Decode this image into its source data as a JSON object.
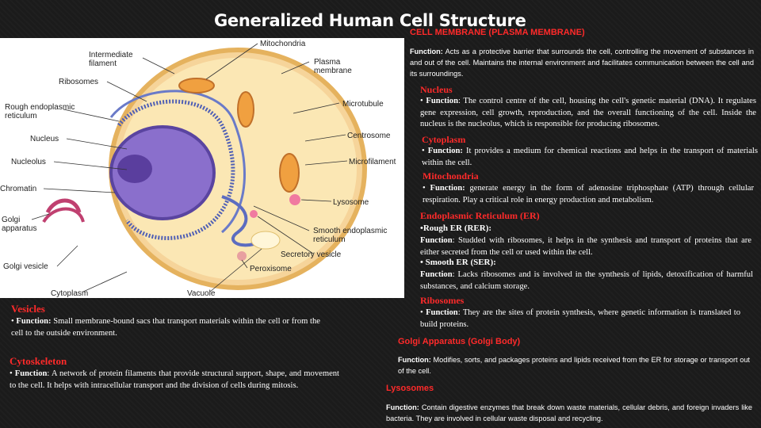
{
  "title": "Generalized Human Cell Structure",
  "diagram_labels": {
    "mitochondria": "Mitochondria",
    "intermediate_filament_1": "Intermediate",
    "intermediate_filament_2": "filament",
    "plasma_membrane_1": "Plasma",
    "plasma_membrane_2": "membrane",
    "ribosomes": "Ribosomes",
    "rough_er_1": "Rough endoplasmic",
    "rough_er_2": "reticulum",
    "microtubule": "Microtubule",
    "nucleus": "Nucleus",
    "centrosome": "Centrosome",
    "nucleolus": "Nucleolus",
    "microfilament": "Microfilament",
    "chromatin": "Chromatin",
    "lysosome": "Lysosome",
    "golgi_1": "Golgi",
    "golgi_2": "apparatus",
    "smooth_er_1": "Smooth endoplasmic",
    "smooth_er_2": "reticulum",
    "secretory_vesicle": "Secretory vesicle",
    "golgi_vesicle": "Golgi vesicle",
    "peroxisome": "Peroxisome",
    "cytoplasm": "Cytoplasm",
    "vacuole": "Vacuole"
  },
  "cell_membrane": {
    "heading": "CELL MEMBRANE (PLASMA MEMBRANE)",
    "label": "Function:",
    "text": " Acts as a protective barrier that surrounds the cell, controlling the movement of substances in and out of the cell. Maintains the internal environment and facilitates communication between the cell and its surroundings."
  },
  "nucleus": {
    "heading": "Nucleus",
    "bullet": "• ",
    "label": "Function",
    "text": ": The control centre of the cell, housing the cell's genetic material (DNA). It regulates gene expression, cell growth, reproduction, and the overall functioning of the cell. Inside the nucleus is the nucleolus, which is responsible for producing ribosomes."
  },
  "cytoplasm": {
    "heading": "Cytoplasm",
    "bullet": "• ",
    "label": "Function:",
    "text": " It provides a medium for chemical reactions and helps in the transport of materials within the cell."
  },
  "mitochondria": {
    "heading": "Mitochondria",
    "bullet": "• ",
    "label": "Function:",
    "text": " generate energy in the form of adenosine triphosphate (ATP) through cellular respiration. Play a critical role in energy production and metabolism."
  },
  "er": {
    "heading": "Endoplasmic Reticulum (ER)",
    "rough_title": "•Rough ER (RER):",
    "rough_label": "Function",
    "rough_text": ": Studded with ribosomes, it helps in the synthesis and transport of proteins that are either secreted from the cell or used within the cell.",
    "smooth_title": "• Smooth ER (SER):",
    "smooth_label": "Function",
    "smooth_text": ": Lacks ribosomes and is involved in the synthesis of lipids, detoxification of harmful substances, and calcium storage."
  },
  "ribosomes": {
    "heading": "Ribosomes",
    "bullet": "• ",
    "label": "Function",
    "text": ": They are the sites of protein synthesis, where genetic information is translated to build proteins."
  },
  "golgi": {
    "heading": "Golgi Apparatus (Golgi Body)",
    "label": "Function:",
    "text": " Modifies, sorts, and packages proteins and lipids received from the ER for storage or transport out of the cell."
  },
  "lysosomes": {
    "heading": "Lysosomes",
    "label": "Function:",
    "text": " Contain digestive enzymes that break down waste materials, cellular debris, and foreign invaders like bacteria. They are involved in cellular waste disposal and recycling."
  },
  "vesicles": {
    "heading": "Vesicles",
    "bullet": "• ",
    "label": "Function:",
    "text": " Small membrane-bound sacs that transport materials within the cell or from the cell to the outside environment."
  },
  "cytoskeleton": {
    "heading": "Cytoskeleton",
    "bullet": "• ",
    "label": "Function",
    "text": ": A network of protein filaments that provide structural support, shape, and movement to the cell. It helps with intracellular transport and the division of cells during mitosis."
  },
  "colors": {
    "heading_red": "#ff2a2a",
    "cell_fill": "#fbe7b4",
    "nucleus_fill": "#7b5fc0",
    "er_blue": "#4f5fb5"
  }
}
